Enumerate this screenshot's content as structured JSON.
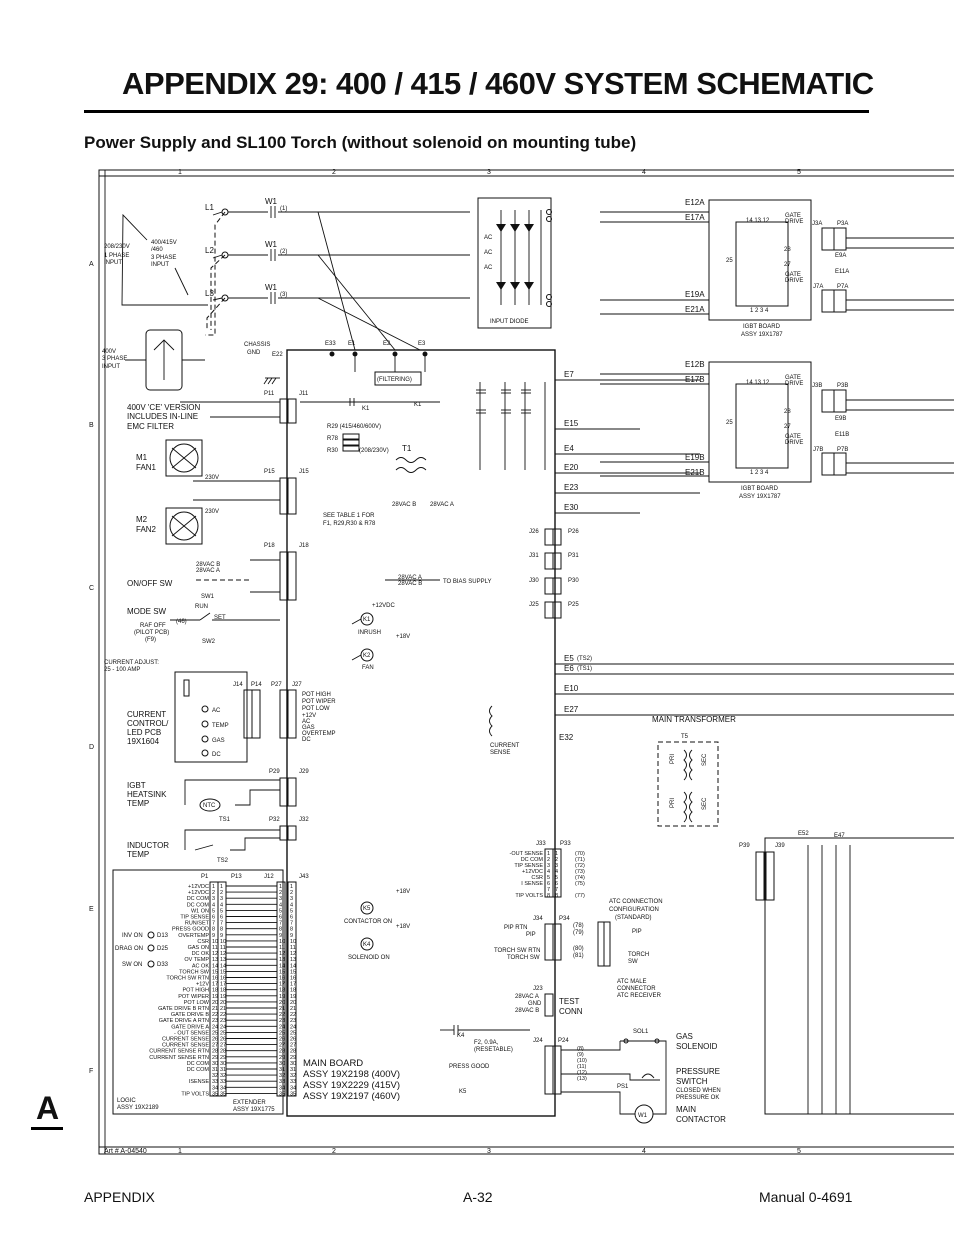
{
  "header": {
    "title": "APPENDIX 29:  400 / 415 / 460V SYSTEM SCHEMATIC",
    "subtitle": "Power Supply and SL100  Torch (without solenoid on mounting tube)"
  },
  "border": {
    "columns": [
      "1",
      "2",
      "3",
      "4",
      "5"
    ],
    "rows": [
      "A",
      "B",
      "C",
      "D",
      "E",
      "F"
    ],
    "art_number": "Art # A-04540"
  },
  "input": {
    "phase_208": "208/230V",
    "phase_1_input": "1 PHASE",
    "phase_1_input2": "INPUT",
    "phase_400": "400/415V",
    "phase_400b": "/460",
    "phase_3": "3 PHASE",
    "phase_3_input": "INPUT",
    "l1": "L1",
    "l2": "L2",
    "l3": "L3",
    "w1": "W1",
    "w1_1": "(1)",
    "w1_2": "(2)",
    "w1_3": "(3)",
    "v400_input_1": "400V",
    "v400_input_2": "3 PHASE",
    "v400_input_3": "INPUT",
    "ce_note_1": "400V 'CE' VERSION",
    "ce_note_2": "INCLUDES IN-LINE",
    "ce_note_3": "EMC FILTER",
    "chassis_gnd_1": "CHASSIS",
    "chassis_gnd_2": "GND"
  },
  "main_board": {
    "terminals": [
      "E22",
      "E33",
      "E1",
      "E2",
      "E3"
    ],
    "filtering": "(FILTERING)",
    "k1": "K1",
    "t1": "T1",
    "r29": "R29 (415/460/600V)",
    "r78": "R78",
    "r30": "R30",
    "r30_note": "(208/230V)",
    "see_table_1": "SEE TABLE 1 FOR",
    "see_table_2": "F1, R29,R30 & R78",
    "v28vac_b": "28VAC B",
    "v28vac_a": "28VAC A",
    "to_bias": "TO BIAS SUPPLY",
    "inrush": "INRUSH",
    "fan": "FAN",
    "k2": "K2",
    "k5": "K5",
    "k4": "K4",
    "contactor_on": "CONTACTOR ON",
    "solenoid_on": "SOLENOID ON",
    "plus12": "+12VDC",
    "plus18": "+18V",
    "name": "MAIN BOARD",
    "assy_400": "ASSY 19X2198 (400V)",
    "assy_415": "ASSY 19X2229 (415V)",
    "assy_460": "ASSY 19X2197 (460V)",
    "extender": "EXTENDER",
    "extender_assy": "ASSY 19X1775",
    "logic": "LOGIC",
    "logic_assy": "ASSY 19X2189",
    "right_terms": [
      "E7",
      "E15",
      "E4",
      "E20",
      "E23",
      "E30"
    ]
  },
  "connectors": {
    "p11": "P11",
    "j11": "J11",
    "p15": "P15",
    "j15": "J15",
    "p18": "P18",
    "j18": "J18",
    "j14": "J14",
    "p14": "P14",
    "p27": "P27",
    "j27": "J27",
    "p29": "P29",
    "j29": "J29",
    "p32": "P32",
    "j32": "J32",
    "p1": "P1",
    "p13": "P13",
    "j12": "J12",
    "j43": "J43",
    "j26": "J26",
    "p26": "P26",
    "j31": "J31",
    "p31": "P31",
    "j30": "J30",
    "p30": "P30",
    "j25": "J25",
    "p25": "P25",
    "j33": "J33",
    "p33": "P33",
    "j34": "J34",
    "p34": "P34",
    "j23": "J23",
    "j24": "J24",
    "p24": "P24",
    "p39": "P39",
    "j39": "J39",
    "e52": "E52",
    "e47": "E47"
  },
  "fans": {
    "m1": "M1",
    "fan1": "FAN1",
    "m2": "M2",
    "fan2": "FAN2",
    "v230": "230V"
  },
  "switches": {
    "on_off": "ON/OFF SW",
    "sw1": "SW1",
    "mode": "MODE SW",
    "run": "RUN",
    "set": "SET",
    "raf_off": "RAF OFF",
    "pilot_pcb": "(PILOT PCB)",
    "f9": "(F9)",
    "sw2": "SW2",
    "w46": "(46)"
  },
  "control": {
    "current_adjust": "CURRENT ADJUST:",
    "range": "25  -  100 AMP",
    "name_1": "CURRENT",
    "name_2": "CONTROL/",
    "name_3": "LED PCB",
    "name_4": "19X1604",
    "leds": [
      "AC",
      "TEMP",
      "GAS",
      "DC"
    ],
    "pot_labels": [
      "POT HIGH",
      "POT WIPER",
      "POT LOW",
      "+12V",
      "AC",
      "GAS",
      "OVERTEMP",
      "DC"
    ]
  },
  "temps": {
    "igbt_1": "IGBT",
    "igbt_2": "HEATSINK",
    "igbt_3": "TEMP",
    "ntc": "NTC",
    "ts1": "TS1",
    "ind_1": "INDUCTOR",
    "ind_2": "TEMP",
    "ts2": "TS2"
  },
  "logic_pins": [
    "+12VDC",
    "+12VDC",
    "DC COM",
    "DC COM",
    "W1 ON",
    "TIP SENSE",
    "RUN/SET",
    "PRESS GOOD",
    "OVERTEMP",
    "CSR",
    "GAS ON",
    "DC OK",
    "OV TEMP",
    "AC OK",
    "TORCH SW",
    "TORCH SW RTN",
    "+12V",
    "POT HIGH",
    "POT WIPER",
    "POT LOW",
    "GATE DRIVE B RTN",
    "GATE DRIVE B",
    "GATE DRIVE A RTN",
    "GATE DRIVE A",
    "- OUT SENSE",
    "CURRENT SENSE",
    "CURRENT SENSE",
    "CURRENT SENSE RTN",
    "CURRENT SENSE RTN",
    "DC COM",
    "DC COM",
    "",
    "ISENSE",
    "",
    "TIP VOLTS"
  ],
  "led_indicators": [
    {
      "name": "INV ON",
      "ref": "D13"
    },
    {
      "name": "DRAG ON",
      "ref": "D25"
    },
    {
      "name": "SW ON",
      "ref": "D33"
    }
  ],
  "input_diode": {
    "label": "INPUT DIODE",
    "ac": "AC"
  },
  "igbt": {
    "e12a": "E12A",
    "e17a": "E17A",
    "e19a": "E19A",
    "e21a": "E21A",
    "e12b": "E12B",
    "e17b": "E17B",
    "e19b": "E19B",
    "e21b": "E21B",
    "gate_drive_1": "GATE",
    "gate_drive_2": "DRIVE",
    "j3a": "J3A",
    "p3a": "P3A",
    "e9a": "E9A",
    "e11a": "E11A",
    "j7a": "J7A",
    "p7a": "P7A",
    "j3b": "J3B",
    "p3b": "P3B",
    "e9b": "E9B",
    "e11b": "E11B",
    "j7b": "J7B",
    "p7b": "P7B",
    "board": "IGBT BOARD",
    "assy": "ASSY 19X1787",
    "pins_top": "14  13  12",
    "pins_mid": "28",
    "pins_low": "27",
    "pins_side": "25",
    "pins_bottom": "1 2 3 4"
  },
  "output": {
    "e5": "E5",
    "ts2": "(TS2)",
    "e6": "E6",
    "ts1": "(TS1)",
    "e10": "E10",
    "e27": "E27",
    "e32": "E32",
    "current_sense_1": "CURRENT",
    "current_sense_2": "SENSE",
    "main_transformer": "MAIN TRANSFORMER",
    "t5": "T5",
    "pri": "PRI",
    "sec": "SEC"
  },
  "atc": {
    "j33_labels": [
      "-OUT SENSE",
      "DC COM",
      "TIP SENSE",
      "+12VDC",
      "CSR",
      "I SENSE",
      "",
      "TIP VOLTS"
    ],
    "j33_wires": [
      "(70)",
      "(71)",
      "(72)",
      "(73)",
      "(74)",
      "(75)",
      "",
      "(77)"
    ],
    "config_1": "ATC CONNECTION",
    "config_2": "CONFIGURATION",
    "config_3": "(STANDARD)",
    "pip_rtn": "PIP RTN",
    "pip": "PIP",
    "torch_sw_rtn": "TORCH SW RTN",
    "torch_sw": "TORCH SW",
    "w78": "(78)",
    "w79": "(79)",
    "w80": "(80)",
    "w81": "(81)",
    "pip_label": "PIP",
    "torch_1": "TORCH",
    "torch_2": "SW",
    "atc_male": "ATC MALE",
    "connector": "CONNECTOR",
    "atc_receiver": "ATC RECEIVER"
  },
  "lower_right": {
    "vac_a": "28VAC A",
    "gnd": "GND",
    "vac_b": "28VAC B",
    "test_1": "TEST",
    "test_2": "CONN",
    "k4": "K4",
    "sol1": "SOL1",
    "gas_1": "GAS",
    "gas_2": "SOLENOID",
    "f2": "F2, 0.9A,",
    "resettable": "(RESETABLE)",
    "press_good": "PRESS GOOD",
    "k5": "K5",
    "ps1": "PS1",
    "pressure_1": "PRESSURE",
    "pressure_2": "SWITCH",
    "pressure_3": "CLOSED WHEN",
    "pressure_4": "PRESSURE OK",
    "w1": "W1",
    "main_1": "MAIN",
    "main_2": "CONTACTOR",
    "wires": [
      "(8)",
      "(9)",
      "(10)",
      "(11)",
      "(12)",
      "(13)"
    ]
  },
  "footer": {
    "appendix_tab": "A",
    "left": "APPENDIX",
    "center": "A-32",
    "right": "Manual 0-4691"
  }
}
